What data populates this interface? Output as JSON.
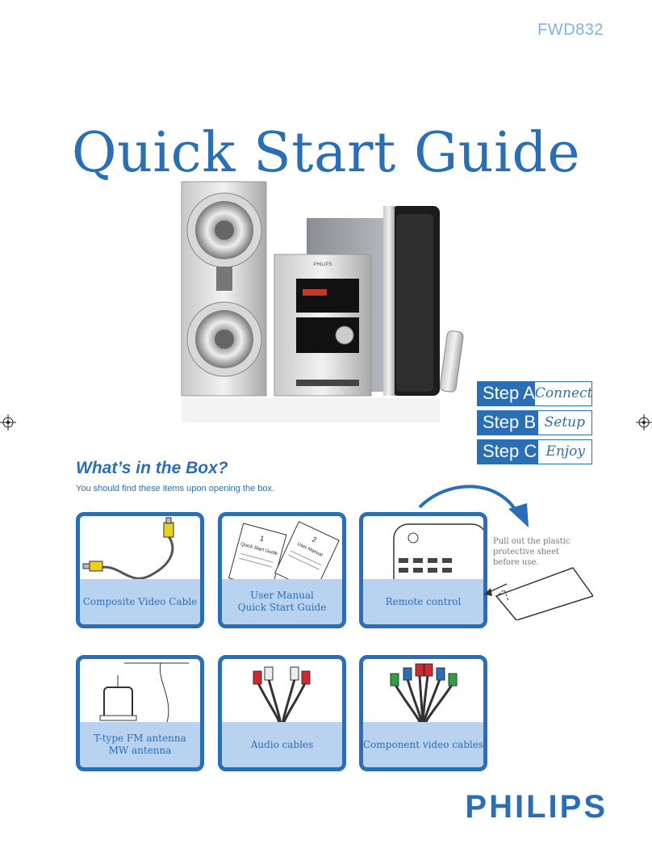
{
  "header": {
    "model": "FWD832",
    "title": "Quick Start Guide"
  },
  "steps": [
    {
      "label": "Step A",
      "value": "Connect"
    },
    {
      "label": "Step B",
      "value": "Setup"
    },
    {
      "label": "Step C",
      "value": "Enjoy"
    }
  ],
  "box": {
    "heading": "What’s in the Box?",
    "subtitle": "You should find these items upon opening the box.",
    "items": [
      {
        "caption": "Composite Video Cable"
      },
      {
        "caption": "User Manual\nQuick Start Guide"
      },
      {
        "caption": "Remote control"
      },
      {
        "caption": "T-type FM antenna\nMW antenna"
      },
      {
        "caption": "Audio cables"
      },
      {
        "caption": "Component video cables"
      }
    ],
    "manual_art": {
      "qsg_number": "1",
      "qsg_title": "Quick Start Guide",
      "um_number": "2",
      "um_title": "User Manual"
    },
    "remote_note": "Pull out the plastic protective sheet before use."
  },
  "product_labels": {
    "brand_small": "PHILIPS"
  },
  "brand": "PHILIPS",
  "colors": {
    "accent": "#2a6fb5",
    "caption_bg": "#b8d2ef",
    "model": "#7fb3e0"
  }
}
